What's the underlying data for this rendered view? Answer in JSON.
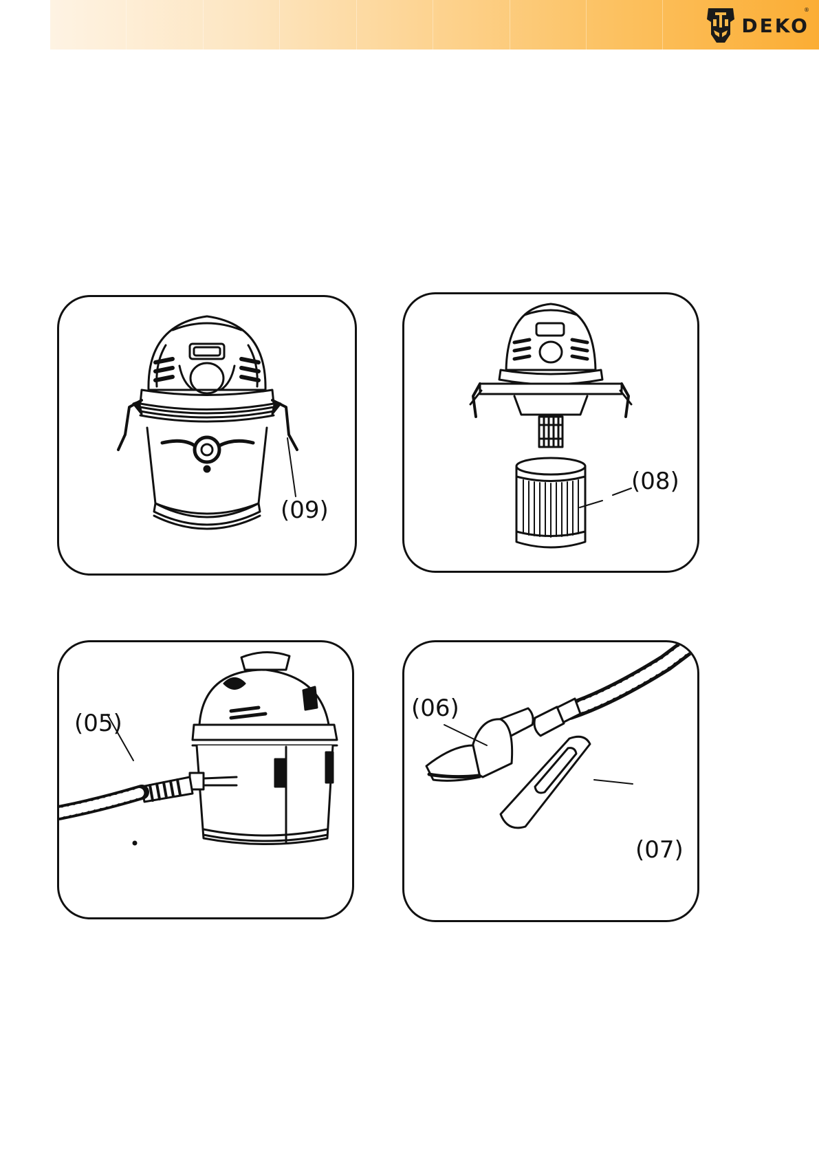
{
  "header": {
    "brand_name": "DEKO",
    "registered_mark": "®",
    "logo_icon": "transformer-mask-icon"
  },
  "panels": [
    {
      "callout": "(09)"
    },
    {
      "callout": "(08)"
    },
    {
      "callout": "(05)"
    },
    {
      "callout": "(06)",
      "callout_2": "(07)"
    }
  ]
}
